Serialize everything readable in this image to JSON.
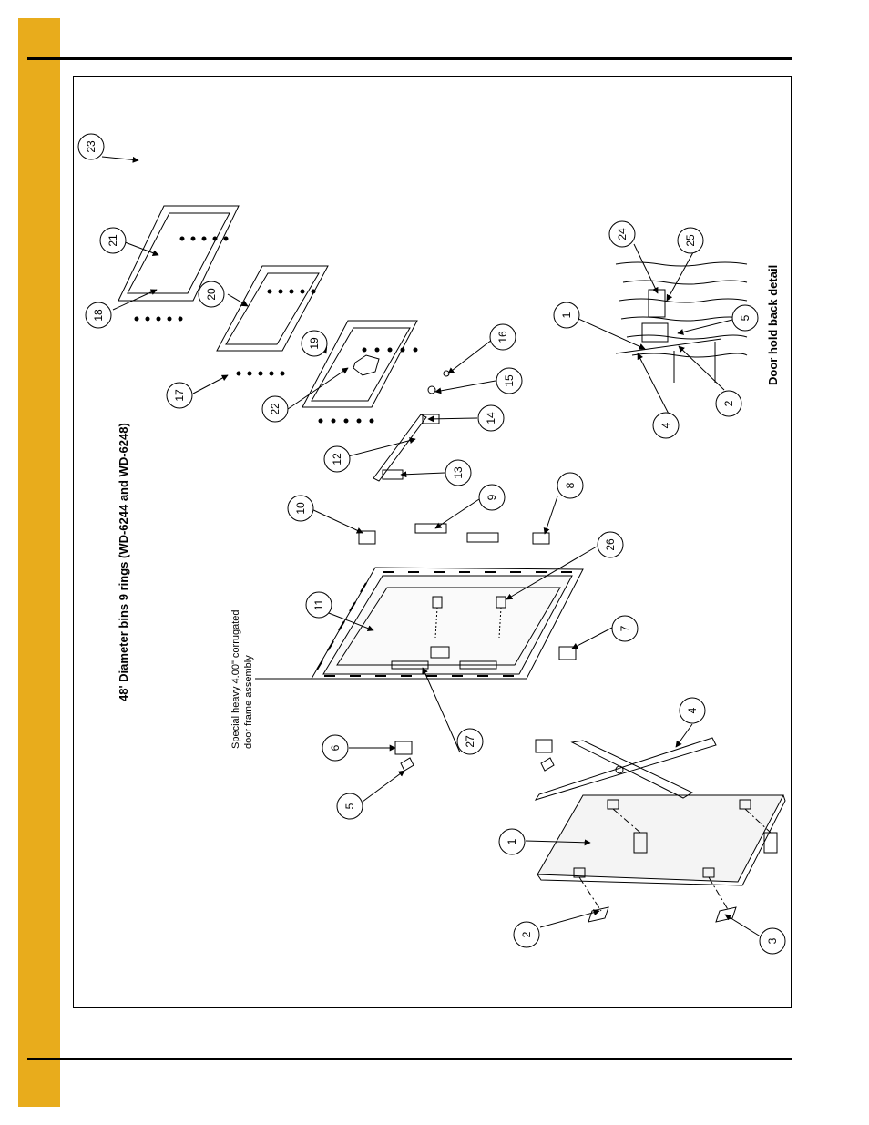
{
  "diagram": {
    "title": "48' Diameter bins 9 rings (WD-6244 and WD-6248)",
    "note_line1": "Special heavy 4.00\" corrugated",
    "note_line2": "door frame assembly",
    "detail_caption": "Door hold back detail",
    "callouts": [
      "1",
      "2",
      "3",
      "4",
      "5",
      "6",
      "7",
      "8",
      "9",
      "10",
      "11",
      "12",
      "13",
      "14",
      "15",
      "16",
      "17",
      "18",
      "19",
      "20",
      "21",
      "22",
      "23",
      "24",
      "25",
      "26",
      "27"
    ],
    "detail_callouts": [
      "1",
      "2",
      "4",
      "5",
      "24",
      "25"
    ]
  },
  "colors": {
    "sidebar": "#e8ac1c",
    "ink": "#000000"
  }
}
